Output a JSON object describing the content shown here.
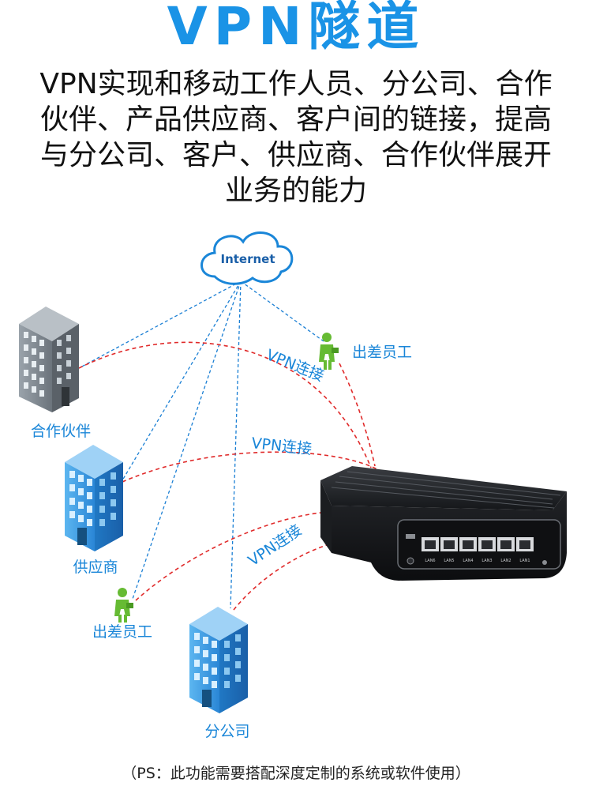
{
  "title": "VPN隧道",
  "description_lines": [
    "VPN实现和移动工作人员、分公司、合作",
    "伙伴、产品供应商、客户间的链接，提高",
    "与分公司、客户、供应商、合作伙伴展开",
    "业务的能力"
  ],
  "cloud_label": "Internet",
  "labels": {
    "partner": "合作伙伴",
    "supplier": "供应商",
    "traveler_top": "出差员工",
    "traveler_bottom": "出差员工",
    "branch": "分公司"
  },
  "vpn_labels": [
    "VPN连接",
    "VPN连接",
    "VPN连接"
  ],
  "device_ports": [
    "LAN6",
    "LAN5",
    "LAN4",
    "LAN3",
    "LAN2",
    "LAN1"
  ],
  "footnote": "（PS：此功能需要搭配深度定制的系统或软件使用）",
  "colors": {
    "accent": "#1a93e6",
    "vpn_line": "#e02a2a",
    "internet_line": "#1a7fd4",
    "building_blue": "#3aa0e8",
    "building_gray": "#7d8690",
    "person_green": "#66bb33"
  }
}
